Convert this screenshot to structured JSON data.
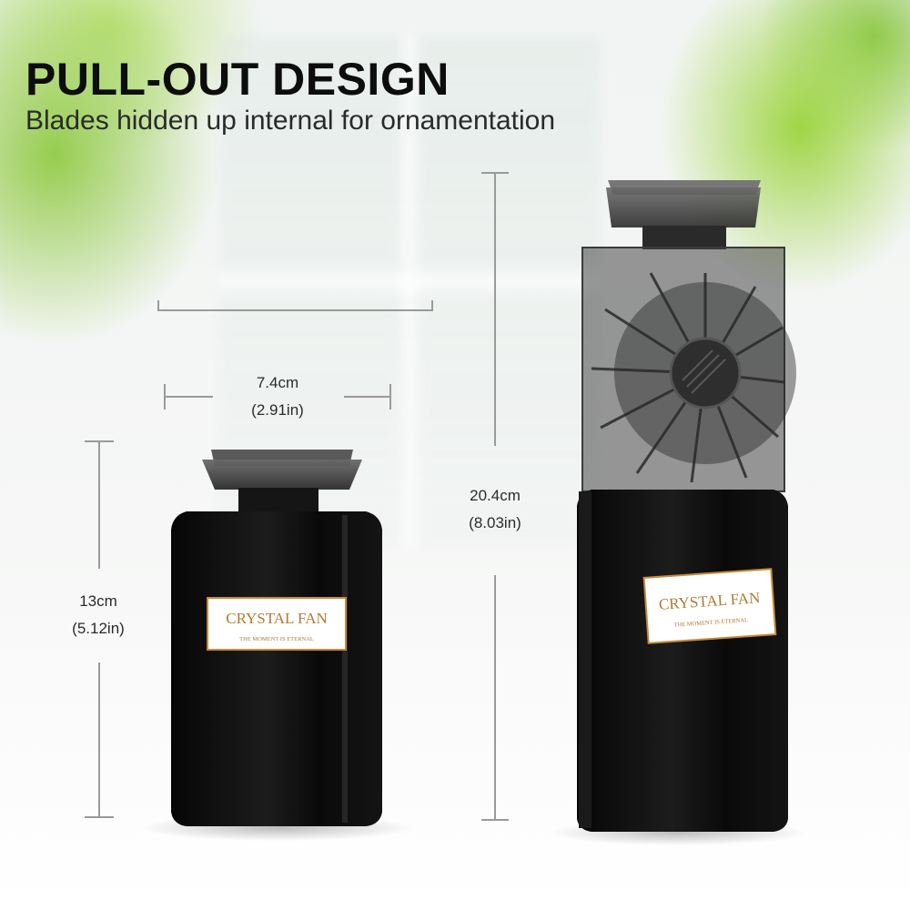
{
  "headline": "PULL-OUT DESIGN",
  "subheadline": "Blades hidden up internal for ornamentation",
  "dimensions": {
    "width": {
      "cm": "7.4cm",
      "in": "(2.91in)"
    },
    "closed_height": {
      "cm": "13cm",
      "in": "(5.12in)"
    },
    "extended_height": {
      "cm": "20.4cm",
      "in": "(8.03in)"
    }
  },
  "product": {
    "label_title": "CRYSTAL FAN",
    "label_tagline": "THE MOMENT IS ETERNAL"
  },
  "colors": {
    "body": "#0b0b0b",
    "label_border": "#c48a3a",
    "accent_green": "#8cc83c"
  }
}
